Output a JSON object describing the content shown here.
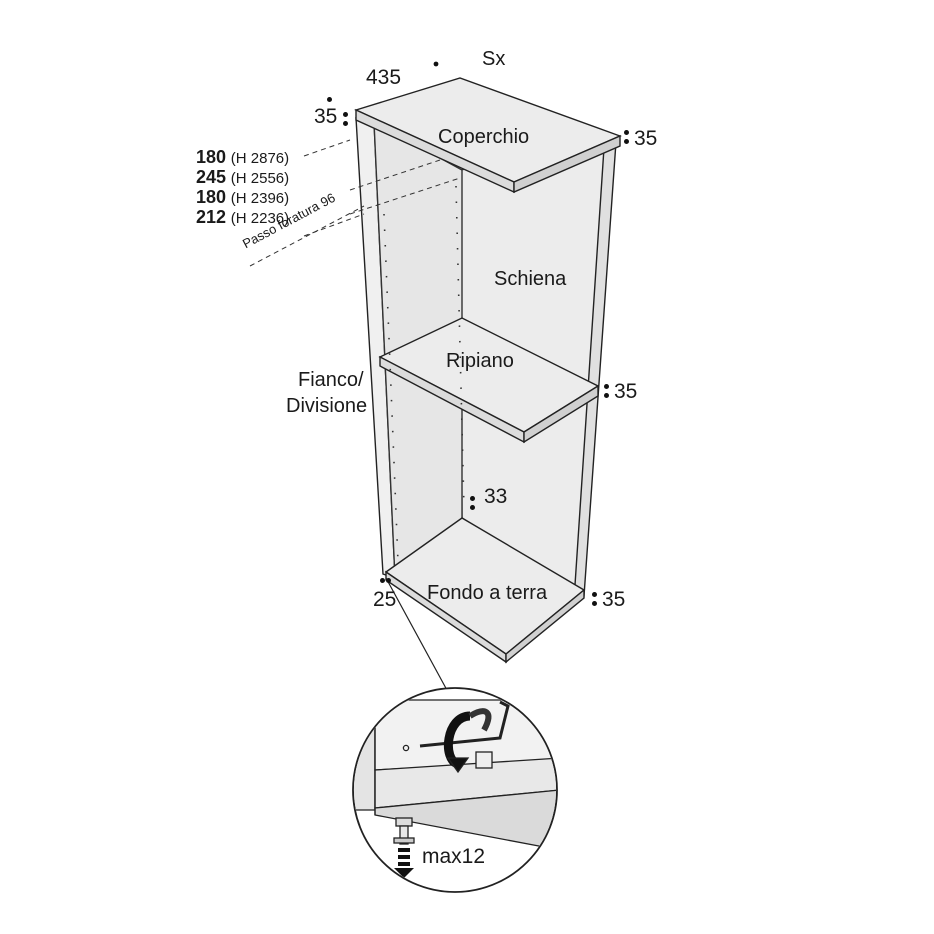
{
  "title": "Sx",
  "panels": {
    "top": "Coperchio",
    "back": "Schiena",
    "shelf": "Ripiano",
    "side": "Fianco/\nDivisione",
    "side_line1": "Fianco/",
    "side_line2": "Divisione",
    "bottom": "Fondo a terra"
  },
  "dimensions": {
    "depth": "435",
    "top_left": "35",
    "top_right": "35",
    "shelf_right": "35",
    "back_offset": "33",
    "bottom_left": "25",
    "bottom_right": "35",
    "leveler_max": "max12"
  },
  "hole_spacing": "Passo foratura 96",
  "spec_rows": [
    {
      "value": "180",
      "height": "(H 2876)"
    },
    {
      "value": "245",
      "height": "(H 2556)"
    },
    {
      "value": "180",
      "height": "(H 2396)"
    },
    {
      "value": "212",
      "height": "(H 2236)"
    }
  ]
}
